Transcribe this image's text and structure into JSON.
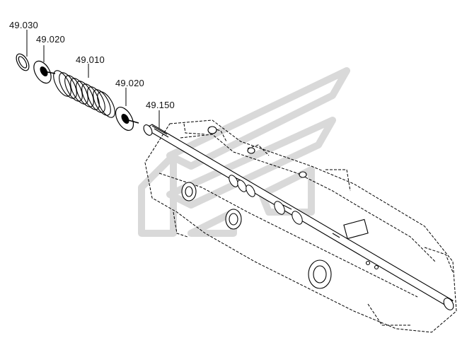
{
  "diagram": {
    "callouts": [
      {
        "id": "c1",
        "label": "49.030"
      },
      {
        "id": "c2",
        "label": "49.020"
      },
      {
        "id": "c3",
        "label": "49.010"
      },
      {
        "id": "c4",
        "label": "49.020"
      },
      {
        "id": "c5",
        "label": "49.150"
      }
    ],
    "colors": {
      "line": "#000000",
      "watermark": "#d9d9d9"
    },
    "watermark_icon": "stylized-arrow-logo-watermark"
  }
}
